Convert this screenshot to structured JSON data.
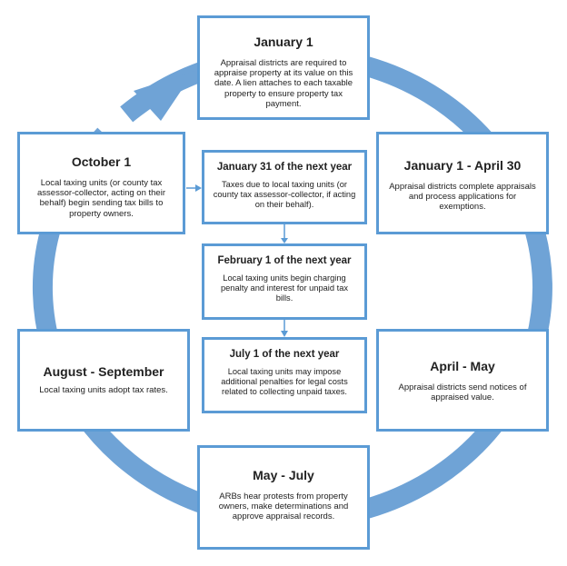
{
  "colors": {
    "ring": "#6fa3d6",
    "border": "#5b9bd5",
    "connector": "#5b9bd5"
  },
  "boxes": {
    "jan1": {
      "title": "January 1",
      "text": "Appraisal districts are required to appraise property at its value on this date. A lien attaches to each taxable property to ensure property tax payment."
    },
    "oct1": {
      "title": "October 1",
      "text": "Local taxing units (or county tax assessor-collector, acting on their behalf) begin sending tax bills to property owners."
    },
    "jan_apr": {
      "title": "January 1 - April 30",
      "text": "Appraisal districts complete appraisals and process applications for exemptions."
    },
    "aug_sep": {
      "title": "August - September",
      "text": "Local taxing units adopt tax rates."
    },
    "apr_may": {
      "title": "April - May",
      "text": "Appraisal districts send notices of appraised value."
    },
    "may_jul": {
      "title": "May - July",
      "text": "ARBs hear protests from property owners, make determinations and approve appraisal records."
    },
    "jan31": {
      "title": "January 31 of the next year",
      "text": "Taxes due to local taxing units (or county tax assessor-collector, if acting on their behalf)."
    },
    "feb1": {
      "title": "February 1 of the next year",
      "text": "Local taxing units begin charging penalty and interest for unpaid tax bills."
    },
    "jul1": {
      "title": "July 1 of the next year",
      "text": "Local taxing units may impose additional penalties for legal costs related to collecting unpaid taxes."
    }
  }
}
